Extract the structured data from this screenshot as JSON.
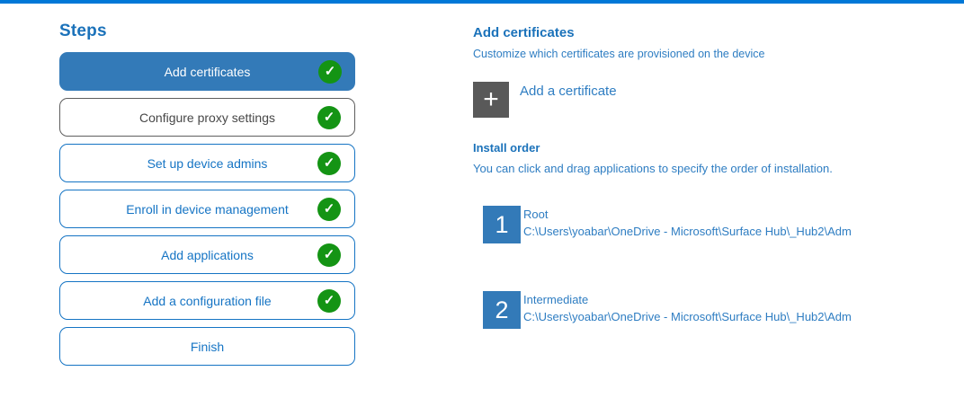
{
  "accent": {
    "top_bar_color": "#0078d7",
    "step_blue": "#1574c4",
    "active_blue": "#337ab8",
    "check_green": "#149414"
  },
  "steps_panel": {
    "title": "Steps",
    "check_icon": "✓",
    "items": [
      {
        "label": "Add certificates",
        "state": "active",
        "checked": true
      },
      {
        "label": "Configure proxy settings",
        "state": "muted",
        "checked": true
      },
      {
        "label": "Set up device admins",
        "state": "normal",
        "checked": true
      },
      {
        "label": "Enroll in device management",
        "state": "normal",
        "checked": true
      },
      {
        "label": "Add applications",
        "state": "normal",
        "checked": true
      },
      {
        "label": "Add a configuration file",
        "state": "normal",
        "checked": true
      },
      {
        "label": "Finish",
        "state": "normal",
        "checked": false
      }
    ]
  },
  "content": {
    "title": "Add certificates",
    "subtitle": "Customize which certificates are provisioned on the device",
    "add_button": {
      "icon": "+",
      "label": "Add a certificate"
    },
    "install_order": {
      "title": "Install order",
      "description": "You can click and drag applications to specify the order of installation.",
      "items": [
        {
          "order": "1",
          "name": "Root",
          "path": "C:\\Users\\yoabar\\OneDrive - Microsoft\\Surface Hub\\_Hub2\\Adm"
        },
        {
          "order": "2",
          "name": "Intermediate",
          "path": "C:\\Users\\yoabar\\OneDrive - Microsoft\\Surface Hub\\_Hub2\\Adm"
        }
      ]
    }
  }
}
